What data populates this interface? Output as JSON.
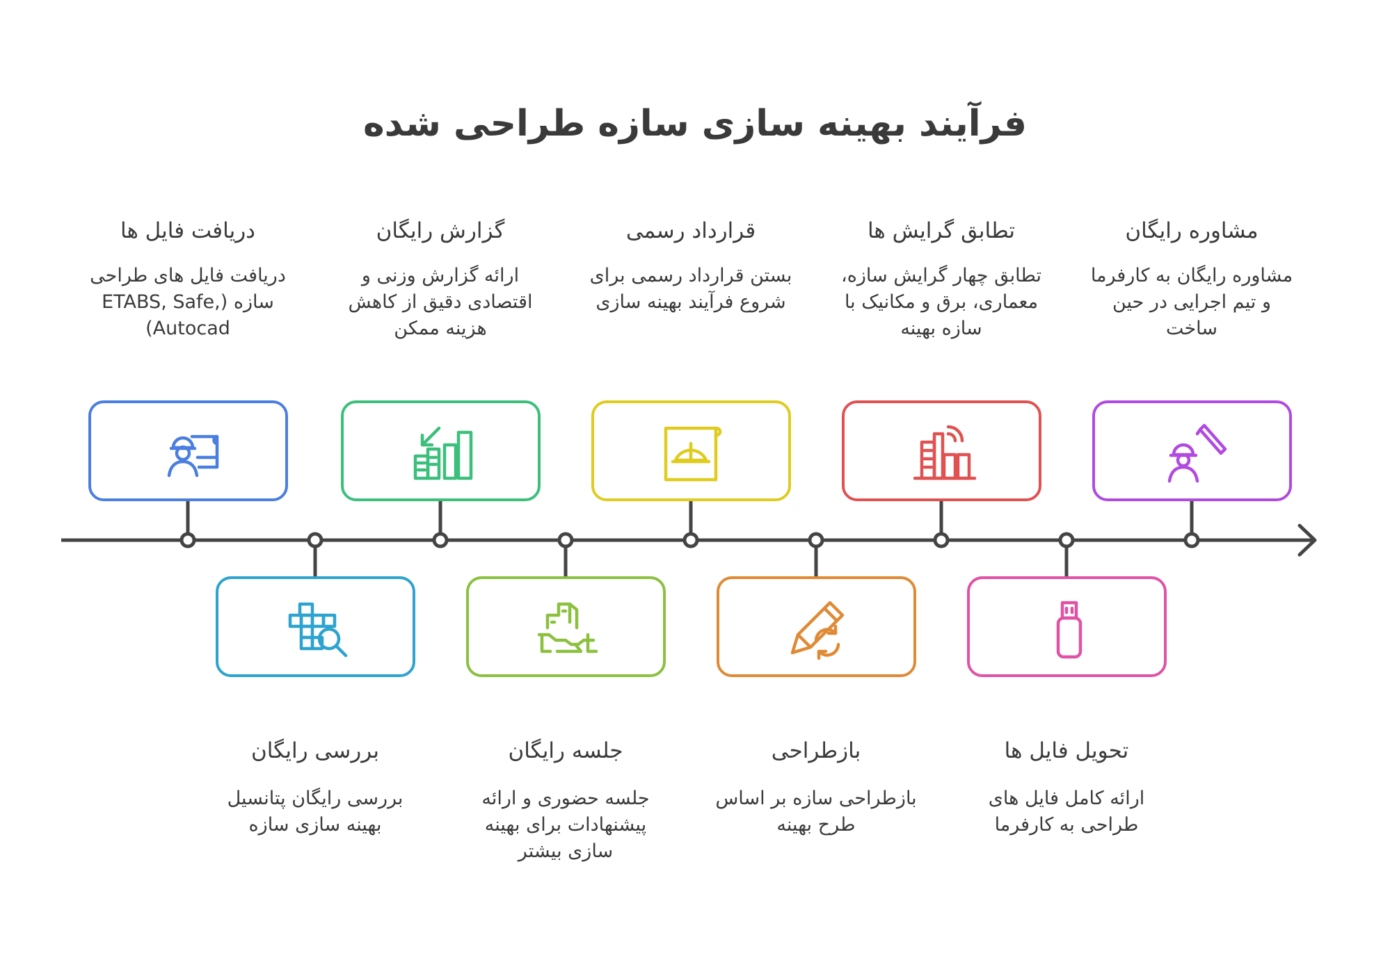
{
  "title": "فرآیند بهینه سازی سازه طراحی شده",
  "steps": [
    {
      "title": "دریافت فایل ها",
      "desc": "دریافت فایل های طراحی سازه (ETABS, Safe, Autocad)",
      "icon": "engineer-blueprint-icon",
      "color": "#4a7fe0"
    },
    {
      "title": "بررسی رایگان",
      "desc": "بررسی رایگان پتانسیل بهینه سازی سازه",
      "icon": "grid-magnifier-icon",
      "color": "#2ea3cf"
    },
    {
      "title": "گزارش رایگان",
      "desc": "ارائه گزارش وزنی و اقتصادی دقیق از کاهش هزینه ممکن",
      "icon": "buildings-down-arrow-icon",
      "color": "#3cbf7c"
    },
    {
      "title": "جلسه رایگان",
      "desc": "جلسه حضوری و ارائه پیشنهادات برای بهینه سازی بیشتر",
      "icon": "handshake-buildings-icon",
      "color": "#8cc03f"
    },
    {
      "title": "قرارداد رسمی",
      "desc": "بستن قرارداد رسمی برای شروع فرآیند بهینه سازی",
      "icon": "hardhat-document-icon",
      "color": "#e0cb1f"
    },
    {
      "title": "بازطراحی",
      "desc": "بازطراحی سازه بر اساس طرح بهینه",
      "icon": "pencil-refresh-icon",
      "color": "#e08a35"
    },
    {
      "title": "تطابق گرایش ها",
      "desc": "تطابق چهار گرایش سازه، معماری، برق و مکانیک با سازه بهینه",
      "icon": "building-signal-icon",
      "color": "#e05252"
    },
    {
      "title": "تحویل فایل ها",
      "desc": "ارائه کامل فایل های طراحی به کارفرما",
      "icon": "usb-drive-icon",
      "color": "#e052a5"
    },
    {
      "title": "مشاوره رایگان",
      "desc": "مشاوره رایگان به کارفرما و تیم اجرایی در حین ساخت",
      "icon": "engineer-pencil-icon",
      "color": "#b04ae0"
    }
  ]
}
